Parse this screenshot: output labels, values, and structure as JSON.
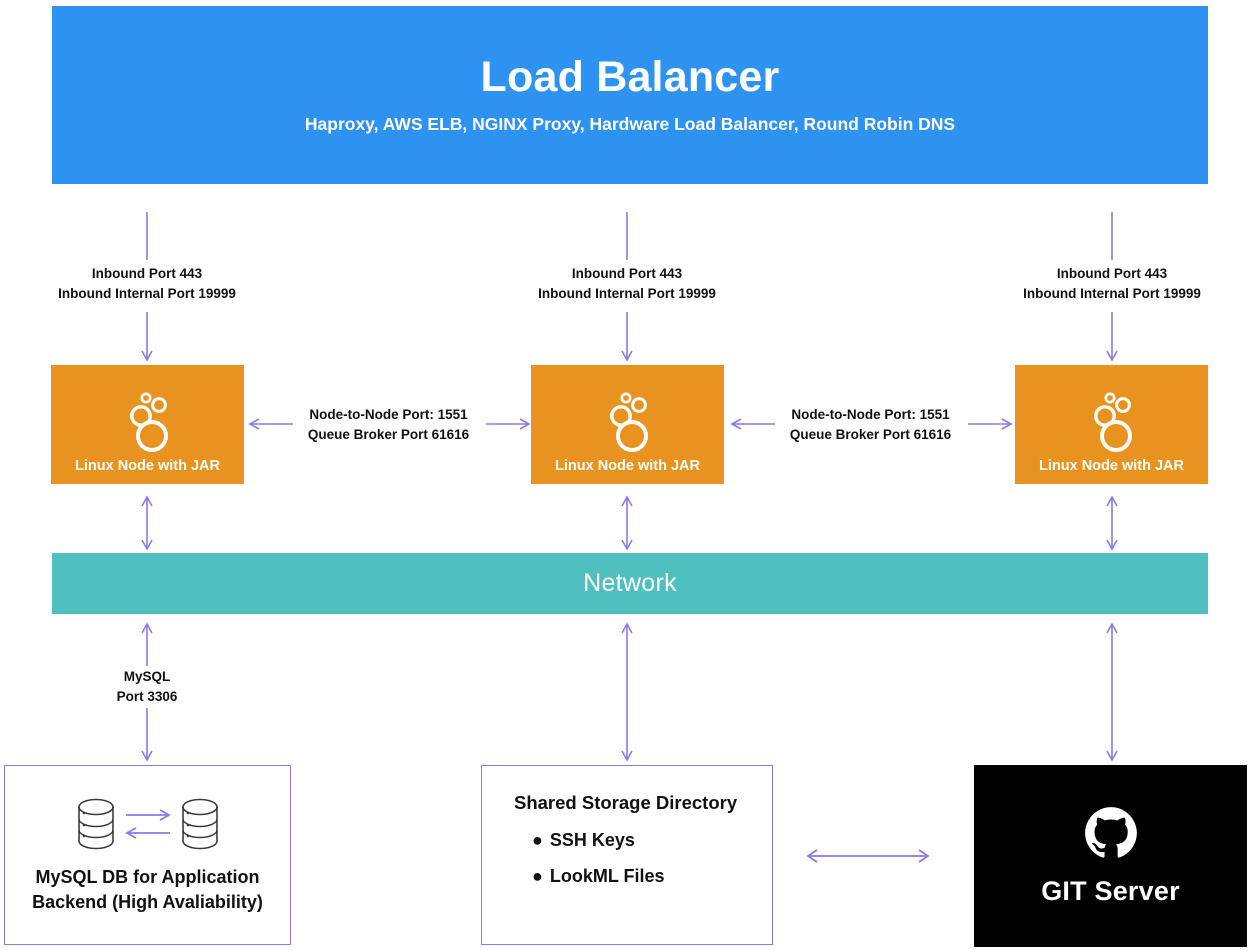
{
  "colors": {
    "load_balancer_bg": "#2d92f0",
    "node_bg": "#e8921f",
    "network_bg": "#50bfbf",
    "accent_arrow": "#8a7ae8",
    "git_bg": "#000000",
    "text_dark": "#111111",
    "text_light": "#ffffff"
  },
  "load_balancer": {
    "title": "Load Balancer",
    "subtitle": "Haproxy, AWS ELB, NGINX Proxy,\nHardware Load Balancer, Round Robin DNS"
  },
  "inbound_labels": [
    "Inbound Port 443\nInbound Internal Port 19999",
    "Inbound Port 443\nInbound Internal Port 19999",
    "Inbound Port 443\nInbound Internal Port 19999"
  ],
  "nodes": [
    {
      "label": "Linux Node with JAR",
      "icon": "looker-logo-icon"
    },
    {
      "label": "Linux Node with JAR",
      "icon": "looker-logo-icon"
    },
    {
      "label": "Linux Node with JAR",
      "icon": "looker-logo-icon"
    }
  ],
  "node_to_node_labels": [
    "Node-to-Node Port: 1551\nQueue Broker Port 61616",
    "Node-to-Node Port: 1551\nQueue Broker Port 61616"
  ],
  "network": {
    "label": "Network"
  },
  "mysql_link_label": "MySQL\nPort 3306",
  "mysql_box": {
    "caption": "MySQL DB for Application\nBackend (High Avaliability)",
    "icon_left": "database-cylinder-icon",
    "icon_right": "database-cylinder-icon",
    "replication_arrows": "bidirectional-replication-arrows"
  },
  "storage_box": {
    "title": "Shared Storage Directory",
    "items": [
      {
        "bullet": "●",
        "label": "SSH Keys"
      },
      {
        "bullet": "●",
        "label": "LookML Files"
      }
    ]
  },
  "git_box": {
    "label": "GIT Server",
    "icon": "github-octocat-icon"
  }
}
